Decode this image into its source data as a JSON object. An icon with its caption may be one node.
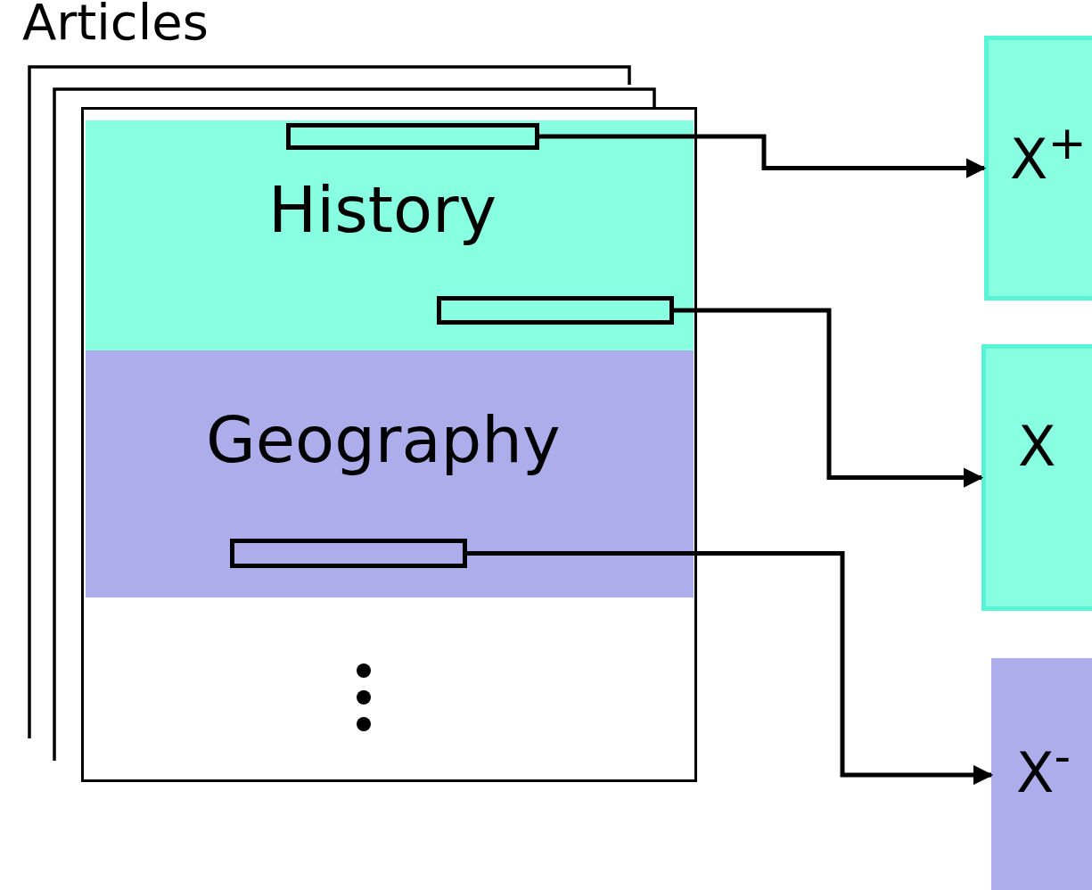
{
  "diagram": {
    "title": "Articles",
    "nodes": [
      {
        "text": [],
        "shape": "box"
      },
      {
        "text": [
          "History"
        ],
        "in": 0
      },
      {
        "text": [],
        "shape": "box",
        "in": 1
      },
      {
        "text": [],
        "shape": "box",
        "in": 1
      },
      {
        "text": [
          "Geography"
        ],
        "in": 0
      },
      {
        "text": [],
        "shape": "box",
        "in": 4
      },
      {
        "text": [
          "X$^{+}$"
        ]
      },
      {
        "text": [
          "X"
        ]
      },
      {
        "text": [
          "X$^{-}$"
        ]
      }
    ],
    "edges": [
      {
        "from": 2,
        "to": 6,
        "arrow": "to"
      },
      {
        "from": 3,
        "to": 7,
        "arrow": "to"
      },
      {
        "from": 5,
        "to": 8,
        "arrow": "to"
      }
    ]
  }
}
